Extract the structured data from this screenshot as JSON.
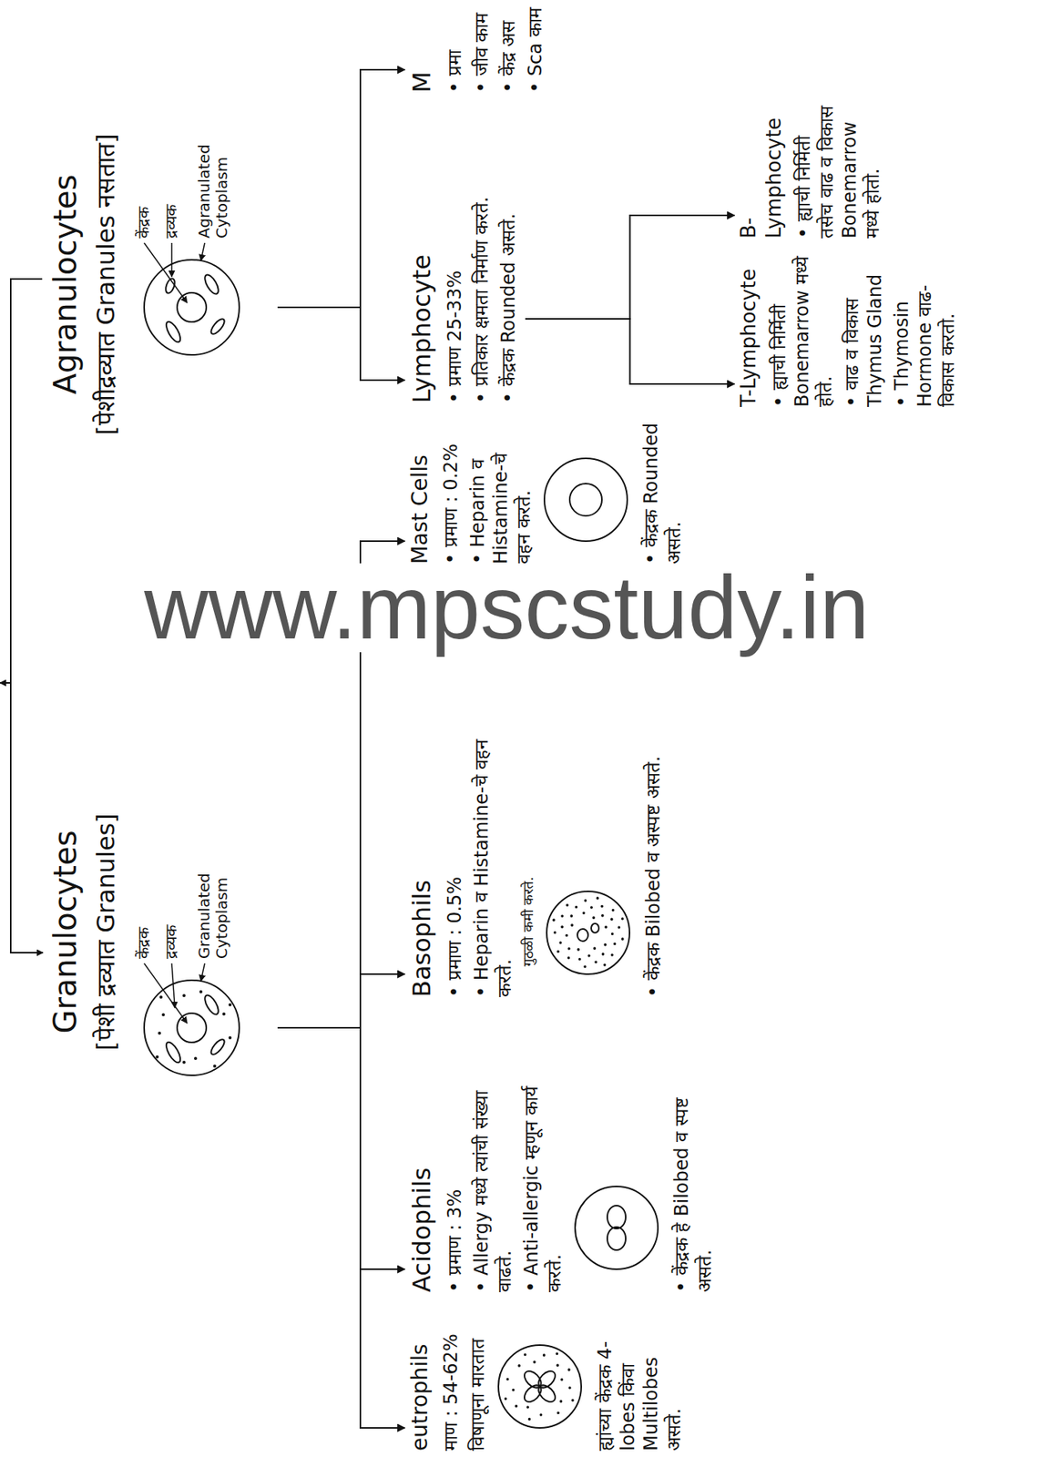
{
  "diagram": {
    "nodes": [
      {
        "text": [
          "Granulocytes",
          "[पेशी द्रव्यात Granules]"
        ]
      },
      {
        "text": [
          "Agranulocytes",
          "[पेशीद्रव्यात Granules नसतात]"
        ]
      },
      {
        "text": [
          "eutrophils",
          "माण : 54-62%",
          "विषाणूना मारतात",
          "ह्यांच्या केंद्रक 4-lobes किंवा Multilobes असते."
        ]
      },
      {
        "text": [
          "Acidophils",
          "• प्रमाण : 3%",
          "• Allergy मध्ये त्यांची संख्या वाढते.",
          "• Anti-allergic म्हणून कार्य करते.",
          "• केंद्रक हे Bilobed व स्पष्ट असते."
        ]
      },
      {
        "text": [
          "Basophils",
          "• प्रमाण : 0.5%",
          "• Heparin व Histamine-चे वहन करते.",
          "गुठळी कमी करते.",
          "• केंद्रक Bilobed व अस्पष्ट असते."
        ]
      },
      {
        "text": [
          "Mast Cells",
          "• प्रमाण : 0.2%",
          "• Heparin व Histamine-चे वहन करते.",
          "• केंद्रक Rounded असते."
        ]
      },
      {
        "text": [
          "Lymphocyte",
          "• प्रमाण 25-33%",
          "• प्रतिकार क्षमता निर्माण करते.",
          "• केंद्रक Rounded असते."
        ]
      },
      {
        "text": [
          "M",
          "• प्रमा",
          "• जीव काम",
          "• केंद्र अस",
          "• Sca काम"
        ]
      },
      {
        "text": [
          "T-Lymphocyte",
          "• ह्याची निर्मिती Bonemarrow मध्ये होते.",
          "• वाढ व विकास Thymus Gland",
          "• Thymosin Hormone वाढ-विकास करतो."
        ]
      },
      {
        "text": [
          "B-Lymphocyte",
          "• ह्याची निर्मिती तसेच वाढ व विकास Bonemarrow मध्ये होतो."
        ]
      }
    ],
    "edges": [
      {
        "from": 0,
        "to": 2,
        "arrow": "to"
      },
      {
        "from": 0,
        "to": 3,
        "arrow": "to"
      },
      {
        "from": 0,
        "to": 4,
        "arrow": "to"
      },
      {
        "from": 0,
        "to": 5,
        "arrow": "to"
      },
      {
        "from": 1,
        "to": 6,
        "arrow": "to"
      },
      {
        "from": 1,
        "to": 7,
        "arrow": "to"
      },
      {
        "from": 6,
        "to": 8,
        "arrow": "to"
      },
      {
        "from": 6,
        "to": 9,
        "arrow": "to"
      }
    ],
    "labels": [
      "केंद्रक",
      "द्रव्यक",
      "Granulated Cytoplasm",
      "केंद्रक",
      "द्रव्यक",
      "Agranulated Cytoplasm",
      "www.mpscstudy.in"
    ]
  }
}
